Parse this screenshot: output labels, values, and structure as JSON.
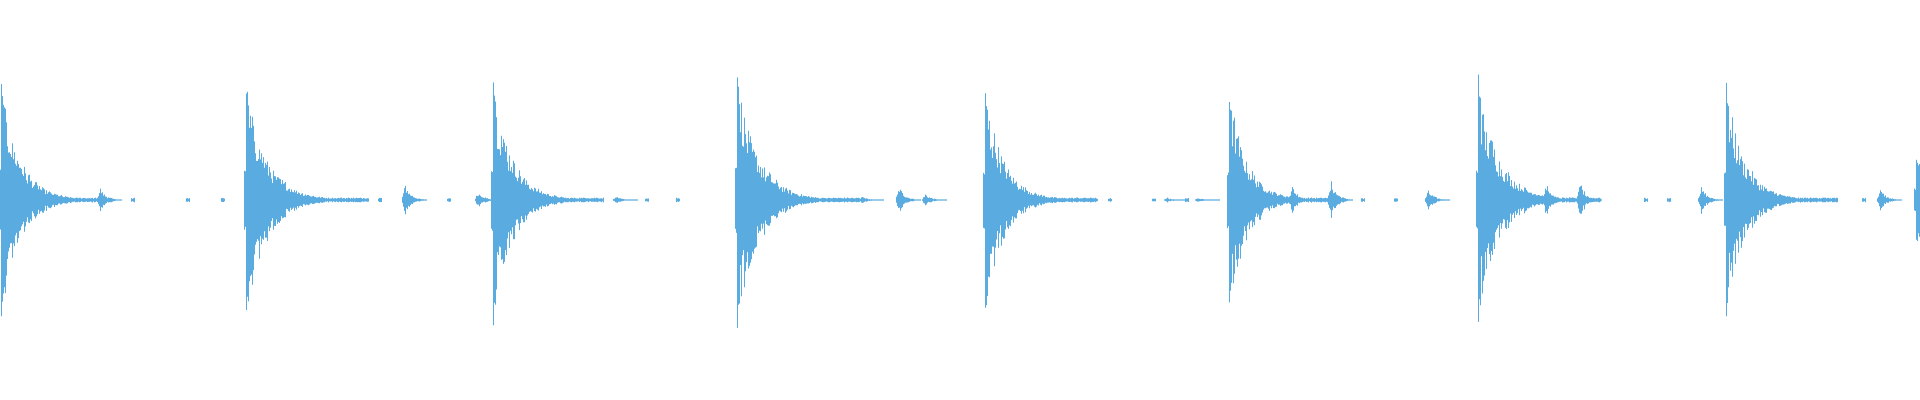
{
  "waveform": {
    "color": "#5aace0",
    "background": "#ffffff",
    "clip_duration_fraction": 1.0,
    "transients": [
      {
        "position": 0.0005,
        "amplitude": 0.92,
        "decay": 0.018
      },
      {
        "position": 0.128,
        "amplitude": 0.93,
        "decay": 0.02
      },
      {
        "position": 0.257,
        "amplitude": 0.98,
        "decay": 0.018
      },
      {
        "position": 0.384,
        "amplitude": 1.0,
        "decay": 0.02
      },
      {
        "position": 0.513,
        "amplitude": 0.87,
        "decay": 0.018
      },
      {
        "position": 0.64,
        "amplitude": 0.86,
        "decay": 0.017
      },
      {
        "position": 0.77,
        "amplitude": 0.95,
        "decay": 0.02
      },
      {
        "position": 0.899,
        "amplitude": 0.89,
        "decay": 0.018
      },
      {
        "position": 0.998,
        "amplitude": 0.35,
        "decay": 0.006
      }
    ],
    "minor_events": [
      {
        "position": 0.052,
        "amplitude": 0.1
      },
      {
        "position": 0.211,
        "amplitude": 0.13
      },
      {
        "position": 0.249,
        "amplitude": 0.07
      },
      {
        "position": 0.321,
        "amplitude": 0.03
      },
      {
        "position": 0.418,
        "amplitude": 0.04
      },
      {
        "position": 0.449,
        "amplitude": 0.03
      },
      {
        "position": 0.468,
        "amplitude": 0.11
      },
      {
        "position": 0.482,
        "amplitude": 0.05
      },
      {
        "position": 0.549,
        "amplitude": 0.02
      },
      {
        "position": 0.608,
        "amplitude": 0.02
      },
      {
        "position": 0.624,
        "amplitude": 0.02
      },
      {
        "position": 0.673,
        "amplitude": 0.12
      },
      {
        "position": 0.693,
        "amplitude": 0.15
      },
      {
        "position": 0.744,
        "amplitude": 0.08
      },
      {
        "position": 0.805,
        "amplitude": 0.14
      },
      {
        "position": 0.823,
        "amplitude": 0.15
      },
      {
        "position": 0.886,
        "amplitude": 0.11
      },
      {
        "position": 0.979,
        "amplitude": 0.09
      }
    ],
    "quiet_ticks": [
      0.068,
      0.097,
      0.115,
      0.183,
      0.197,
      0.233,
      0.29,
      0.305,
      0.336,
      0.352,
      0.428,
      0.436,
      0.524,
      0.531,
      0.57,
      0.577,
      0.6,
      0.617,
      0.709,
      0.726,
      0.746,
      0.856,
      0.868,
      0.945,
      0.955,
      0.97
    ]
  }
}
